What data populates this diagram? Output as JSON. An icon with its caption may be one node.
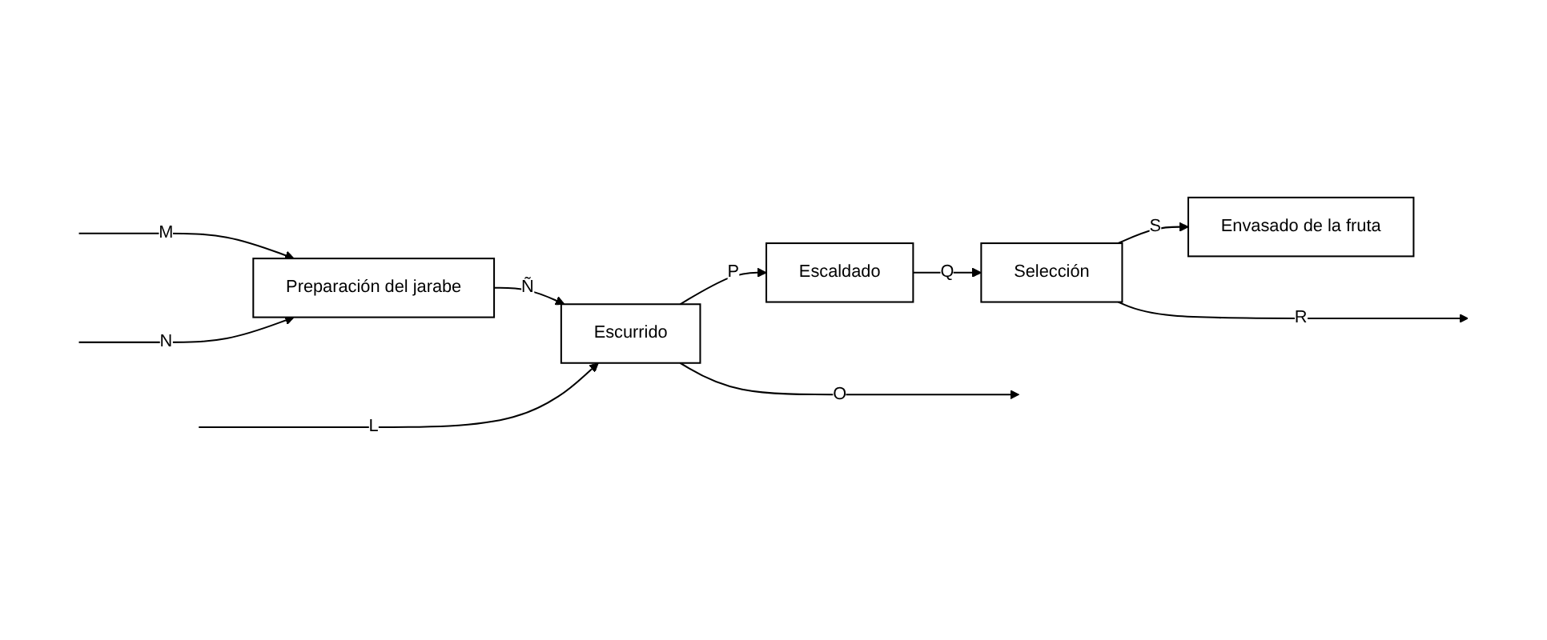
{
  "diagram": {
    "nodes": [
      {
        "text": [
          "Preparación del jarabe"
        ]
      },
      {
        "text": [
          "Escurrido"
        ]
      },
      {
        "text": [
          "Escaldado"
        ]
      },
      {
        "text": [
          "Selección"
        ]
      },
      {
        "text": [
          "Envasado de la fruta"
        ]
      }
    ],
    "edges": [
      {
        "from": null,
        "to": 0,
        "arrow": "to",
        "label": "M"
      },
      {
        "from": null,
        "to": 0,
        "arrow": "to",
        "label": "N"
      },
      {
        "from": 0,
        "to": 1,
        "arrow": "to",
        "label": "Ñ"
      },
      {
        "from": null,
        "to": 1,
        "arrow": "to",
        "label": "L"
      },
      {
        "from": 1,
        "to": null,
        "arrow": "to",
        "label": "O"
      },
      {
        "from": 1,
        "to": 2,
        "arrow": "to",
        "label": "P"
      },
      {
        "from": 2,
        "to": 3,
        "arrow": "to",
        "label": "Q"
      },
      {
        "from": 3,
        "to": 4,
        "arrow": "to",
        "label": "S"
      },
      {
        "from": 3,
        "to": null,
        "arrow": "to",
        "label": "R"
      }
    ]
  }
}
